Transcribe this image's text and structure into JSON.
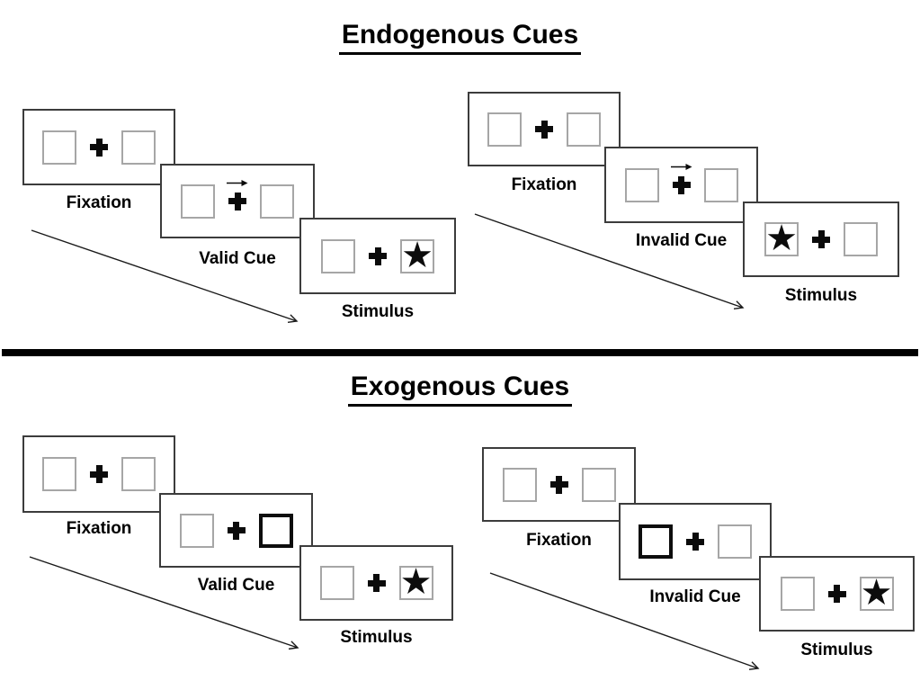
{
  "diagram": {
    "sections": [
      {
        "id": "endogenous",
        "title": "Endogenous Cues",
        "groups": [
          {
            "id": "valid",
            "panels": [
              {
                "label": "Fixation"
              },
              {
                "label": "Valid Cue"
              },
              {
                "label": "Stimulus"
              }
            ]
          },
          {
            "id": "invalid",
            "panels": [
              {
                "label": "Fixation"
              },
              {
                "label": "Invalid Cue"
              },
              {
                "label": "Stimulus"
              }
            ]
          }
        ]
      },
      {
        "id": "exogenous",
        "title": "Exogenous Cues",
        "groups": [
          {
            "id": "valid",
            "panels": [
              {
                "label": "Fixation"
              },
              {
                "label": "Valid Cue"
              },
              {
                "label": "Stimulus"
              }
            ]
          },
          {
            "id": "invalid",
            "panels": [
              {
                "label": "Fixation"
              },
              {
                "label": "Invalid Cue"
              },
              {
                "label": "Stimulus"
              }
            ]
          }
        ]
      }
    ],
    "glyphs": {
      "star": "★"
    },
    "colors": {
      "ink": "#000000",
      "panel_border": "#3c3c3c",
      "box_border": "#a6a6a6",
      "bold_box_border": "#0d0d0d",
      "background": "#ffffff"
    }
  }
}
